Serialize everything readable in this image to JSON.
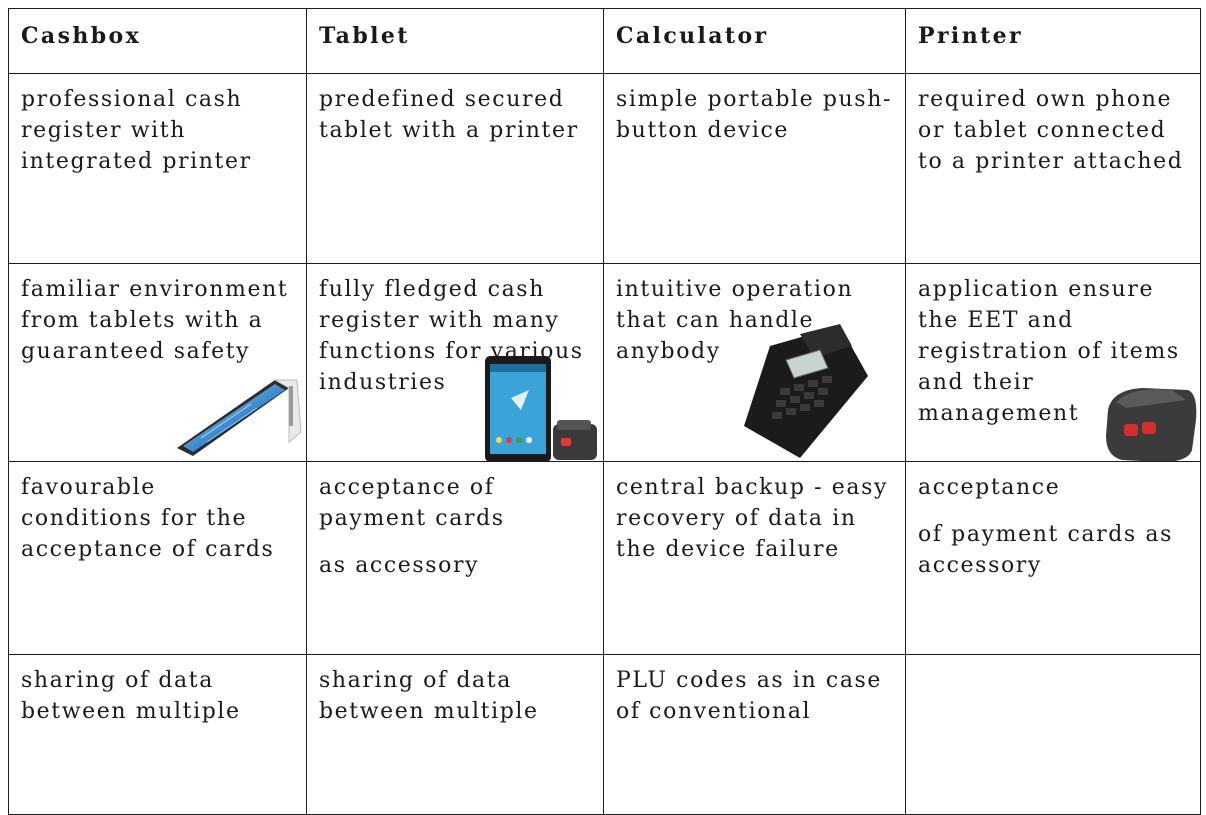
{
  "headers": [
    "Cashbox",
    "Tablet",
    "Calculator",
    "Printer"
  ],
  "rows": [
    {
      "cashbox": "professional cash register with integrated printer",
      "tablet": "predefined secured tablet with a printer",
      "calculator": "simple portable push-button device",
      "printer": "required own phone or tablet connected to a printer attached"
    },
    {
      "cashbox": "familiar environment from tablets with a guaranteed safety",
      "tablet": "fully fledged cash register with many functions for various industries",
      "calculator": "intuitive operation that can handle anybody",
      "printer": "application ensure the EET and registration of items and their management"
    },
    {
      "cashbox": "favourable conditions for the acceptance of cards",
      "tablet_a": "acceptance of payment cards",
      "tablet_b": "as accessory",
      "calculator": "central backup - easy recovery of data in the device failure",
      "printer_a": "acceptance",
      "printer_b": "of payment cards as accessory"
    },
    {
      "cashbox": "sharing of data between multiple",
      "tablet": "sharing of data between multiple",
      "calculator": "PLU codes as in case of conventional",
      "printer": ""
    }
  ],
  "images": {
    "cashbox_terminal": "pos-terminal-device",
    "tablet_with_printer": "tablet-and-mini-printer",
    "calculator_register": "calculator-cash-register",
    "portable_printer": "portable-receipt-printer"
  }
}
